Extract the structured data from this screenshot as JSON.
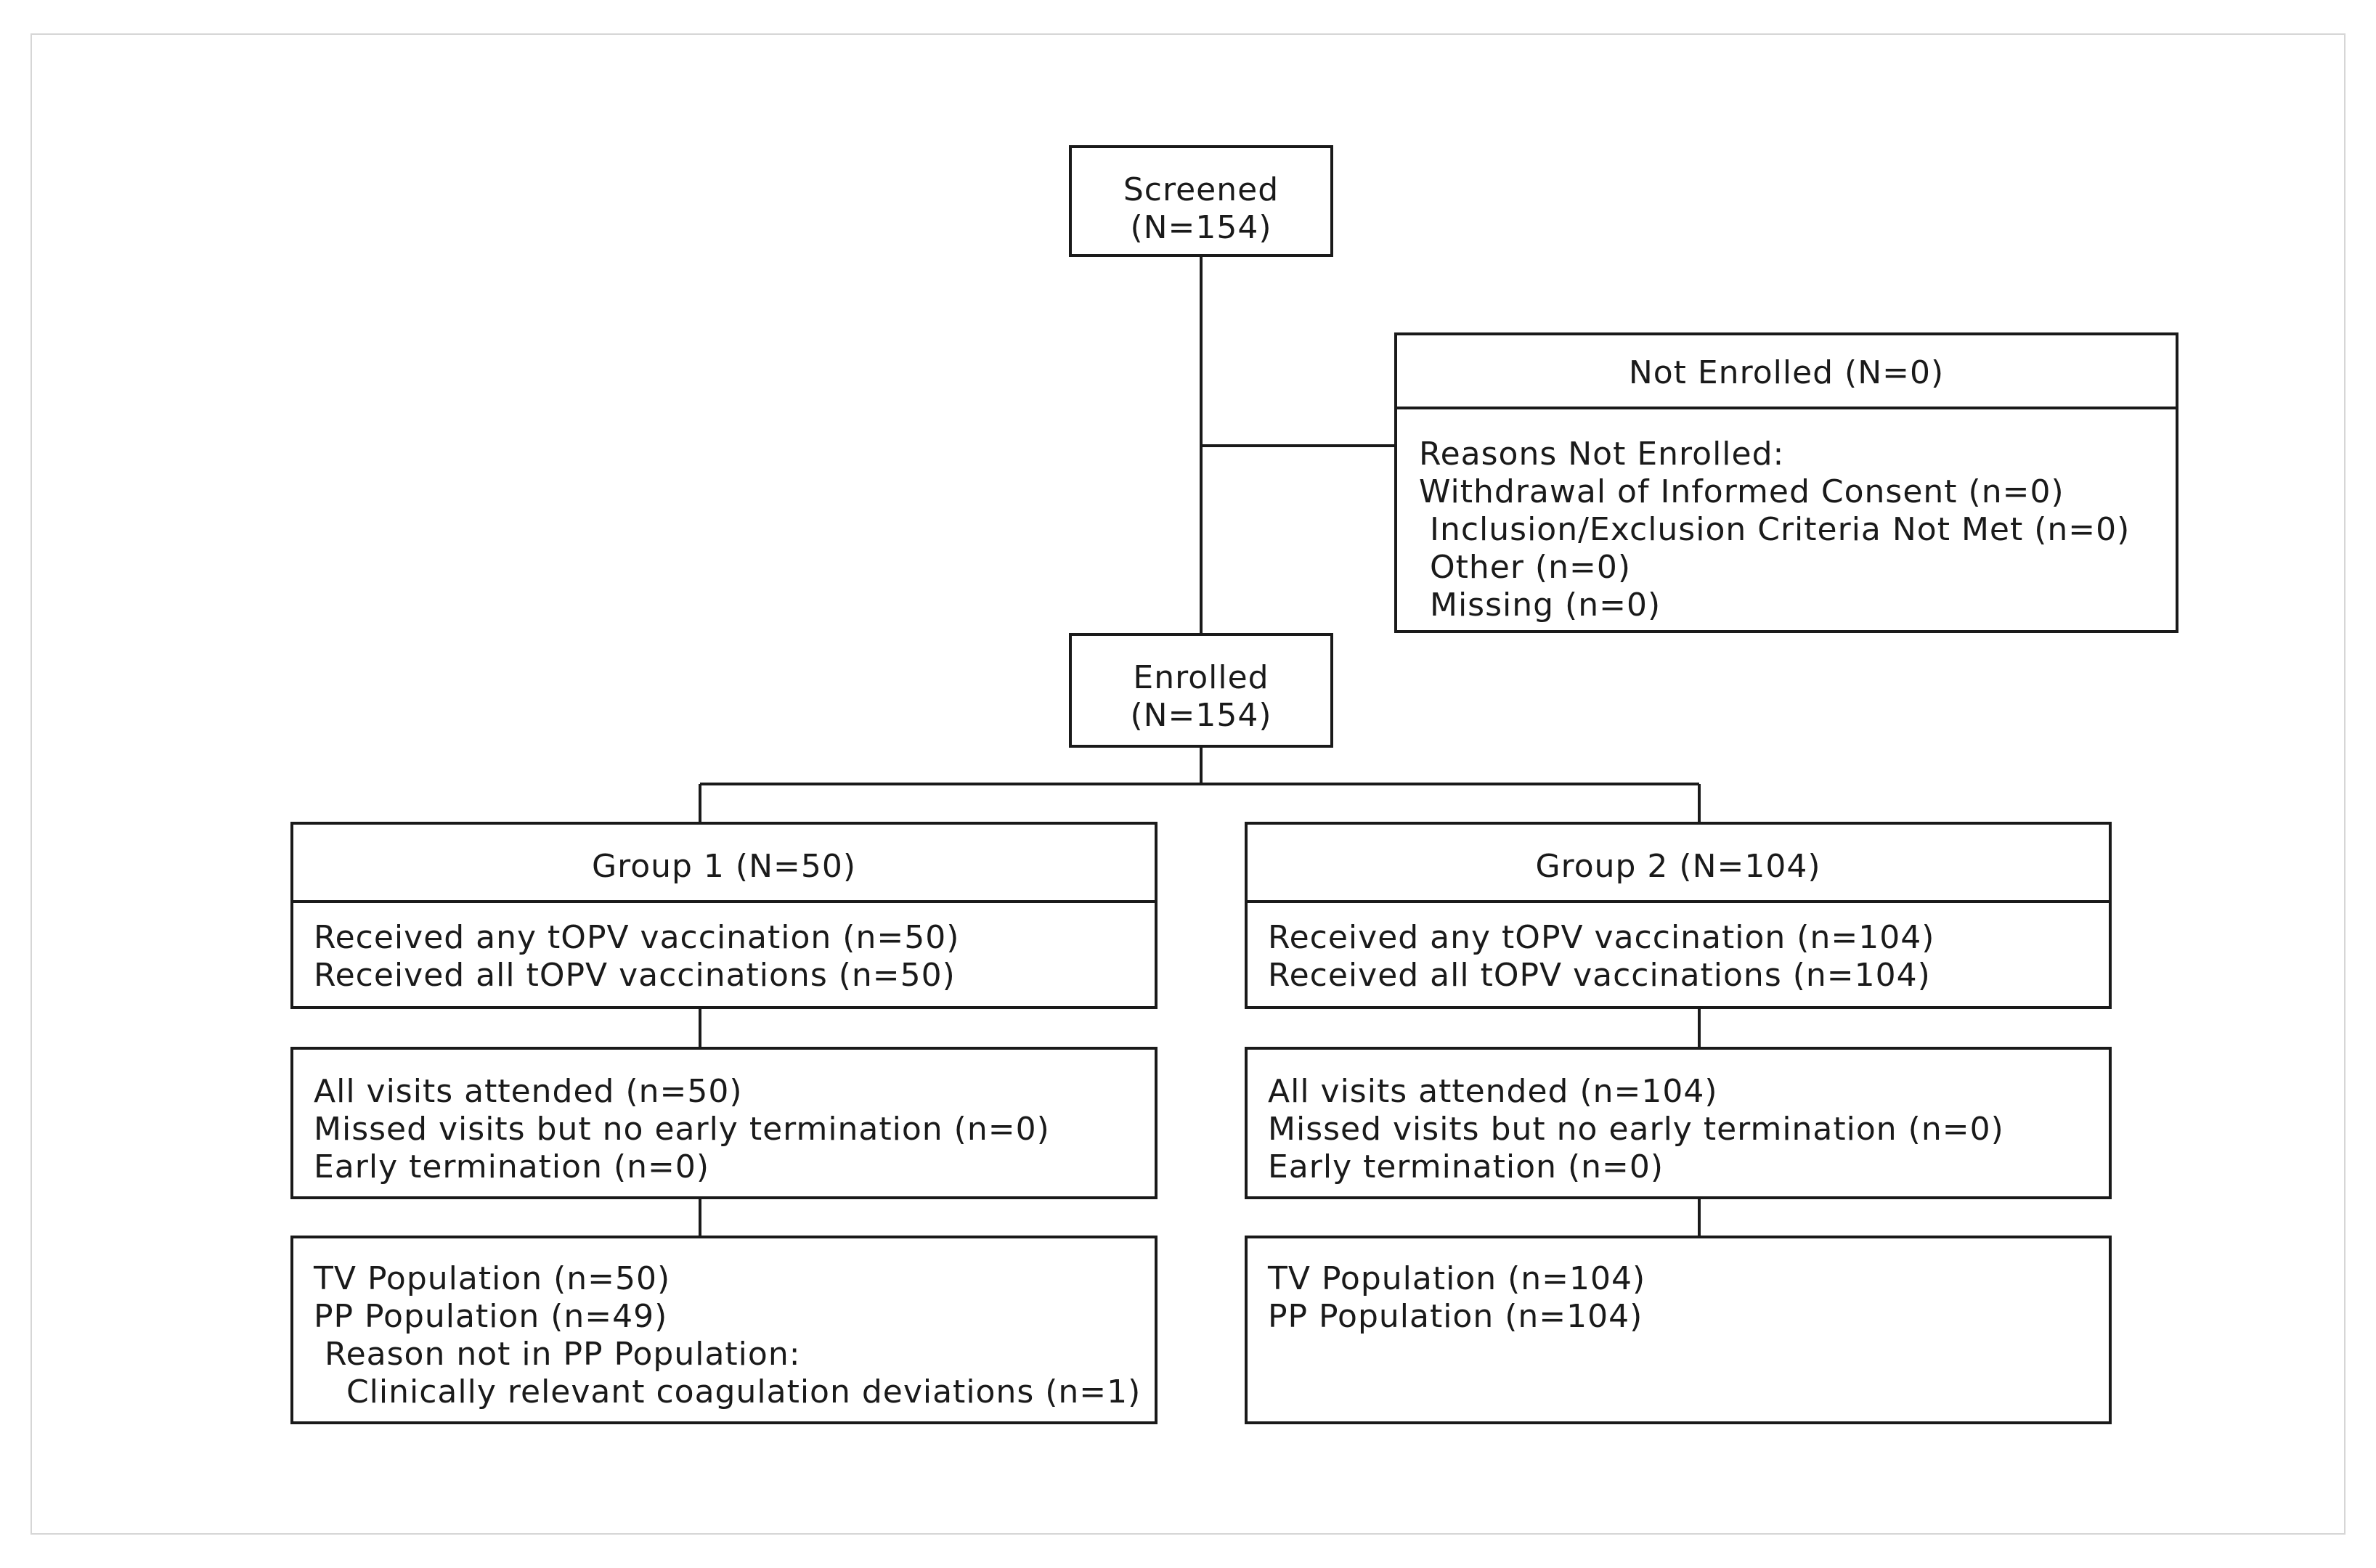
{
  "screened": {
    "title": "Screened",
    "count": "(N=154)"
  },
  "not_enrolled": {
    "title": "Not Enrolled (N=0)",
    "reasons_heading": "Reasons Not Enrolled:",
    "reasons": [
      "Withdrawal of Informed Consent (n=0)",
      " Inclusion/Exclusion Criteria Not Met (n=0)",
      " Other (n=0)",
      " Missing (n=0)"
    ]
  },
  "enrolled": {
    "title": "Enrolled",
    "count": "(N=154)"
  },
  "group1": {
    "title": "Group 1 (N=50)",
    "vaccination": [
      "Received any tOPV vaccination (n=50)",
      "Received all tOPV vaccinations (n=50)"
    ],
    "visits": [
      "All visits attended (n=50)",
      "Missed visits but no early termination (n=0)",
      "Early termination (n=0)"
    ],
    "population": [
      "TV Population (n=50)",
      "PP Population (n=49)",
      " Reason not in PP Population:",
      "   Clinically relevant coagulation deviations (n=1)"
    ]
  },
  "group2": {
    "title": "Group 2 (N=104)",
    "vaccination": [
      "Received any tOPV vaccination (n=104)",
      "Received all tOPV vaccinations (n=104)"
    ],
    "visits": [
      "All visits attended (n=104)",
      "Missed visits but no early termination (n=0)",
      "Early termination (n=0)"
    ],
    "population": [
      "TV Population (n=104)",
      "PP Population (n=104)"
    ]
  }
}
